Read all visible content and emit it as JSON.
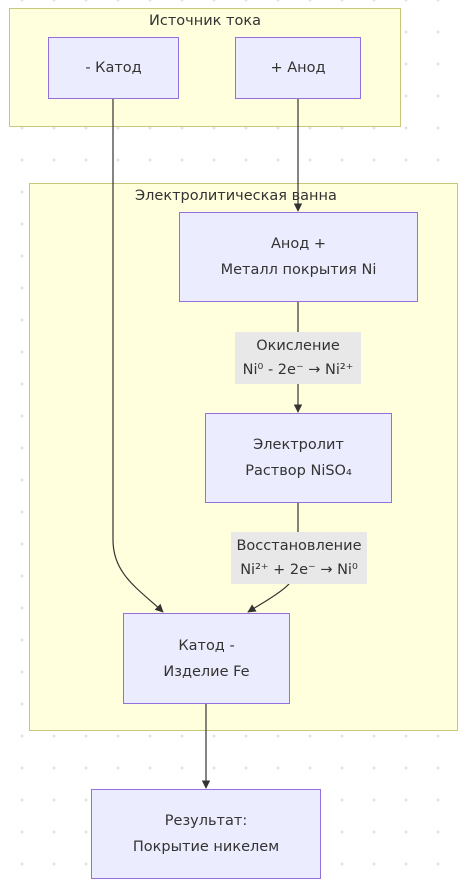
{
  "clusters": {
    "source": {
      "title": "Источник тока"
    },
    "bath": {
      "title": "Электролитическая ванна"
    }
  },
  "nodes": {
    "cathode_source": {
      "lines": [
        "- Катод"
      ]
    },
    "anode_source": {
      "lines": [
        "+ Анод"
      ]
    },
    "anode_bath": {
      "lines": [
        "Анод +",
        "Металл покрытия Ni"
      ]
    },
    "electrolyte": {
      "lines": [
        "Электролит",
        "Раствор NiSO₄"
      ]
    },
    "cathode_bath": {
      "lines": [
        "Катод -",
        "Изделие Fe"
      ]
    },
    "result": {
      "lines": [
        "Результат:",
        "Покрытие никелем"
      ]
    }
  },
  "edge_labels": {
    "oxidation": {
      "lines": [
        "Окисление",
        "Ni⁰ - 2e⁻ → Ni²⁺"
      ]
    },
    "reduction": {
      "lines": [
        "Восстановление",
        "Ni²⁺ + 2e⁻ → Ni⁰"
      ]
    }
  },
  "colors": {
    "cluster_fill": "#ffffde",
    "cluster_border": "#c8c87a",
    "node_fill": "#ececff",
    "node_border": "#9370db",
    "edge": "#333333",
    "edge_label_bg": "#e8e8e8"
  }
}
